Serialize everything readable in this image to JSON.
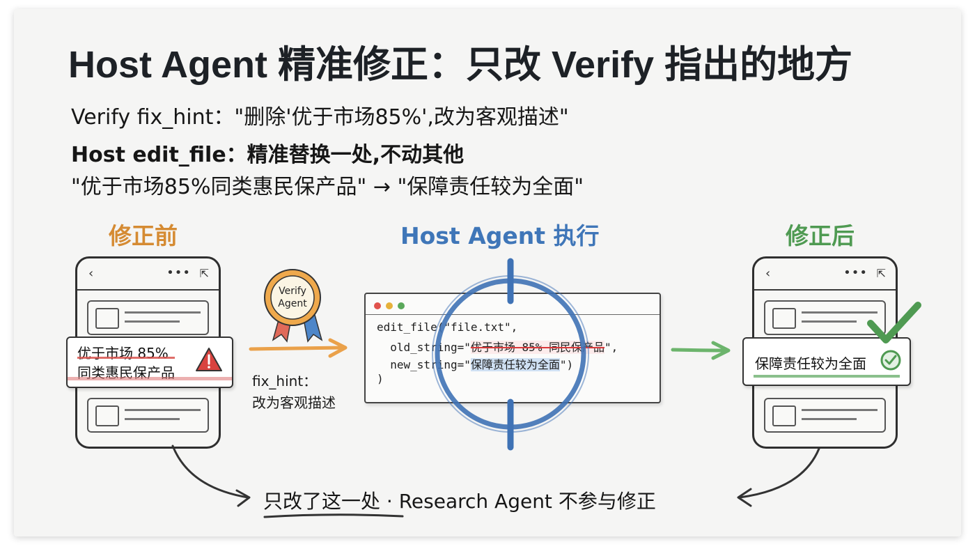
{
  "title": "Host Agent 精准修正：只改 Verify 指出的地方",
  "intro": {
    "line1": "Verify fix_hint：\"删除'优于市场85%',改为客观描述\"",
    "line2": "Host edit_file：精准替换一处,不动其他",
    "line3": "\"优于市场85%同类惠民保产品\" → \"保障责任较为全面\""
  },
  "stages": {
    "before": "修正前",
    "middle": "Host Agent 执行",
    "after": "修正后"
  },
  "before_card": {
    "line1": "优于市场 85%",
    "line2": "同类惠民保产品"
  },
  "badge": {
    "line1": "Verify",
    "line2": "Agent"
  },
  "fix_hint": {
    "line1": "fix_hint：",
    "line2": "改为客观描述"
  },
  "code": {
    "line1": "edit_file(\"file.txt\",",
    "line2_prefix": "  old_string=\"",
    "line2_value": "优于市场 85% 同民保产品",
    "line2_suffix": "\",",
    "line3_prefix": "  new_string=\"",
    "line3_value": "保障责任较为全面",
    "line3_suffix": "\")",
    "line4": ")"
  },
  "after_card": {
    "text": "保障责任较为全面"
  },
  "footer": "只改了这一处 · Research Agent 不参与修正",
  "colors": {
    "before": "#d58b33",
    "middle": "#3f76b8",
    "after": "#4f9a52",
    "warning": "#d9433f"
  }
}
